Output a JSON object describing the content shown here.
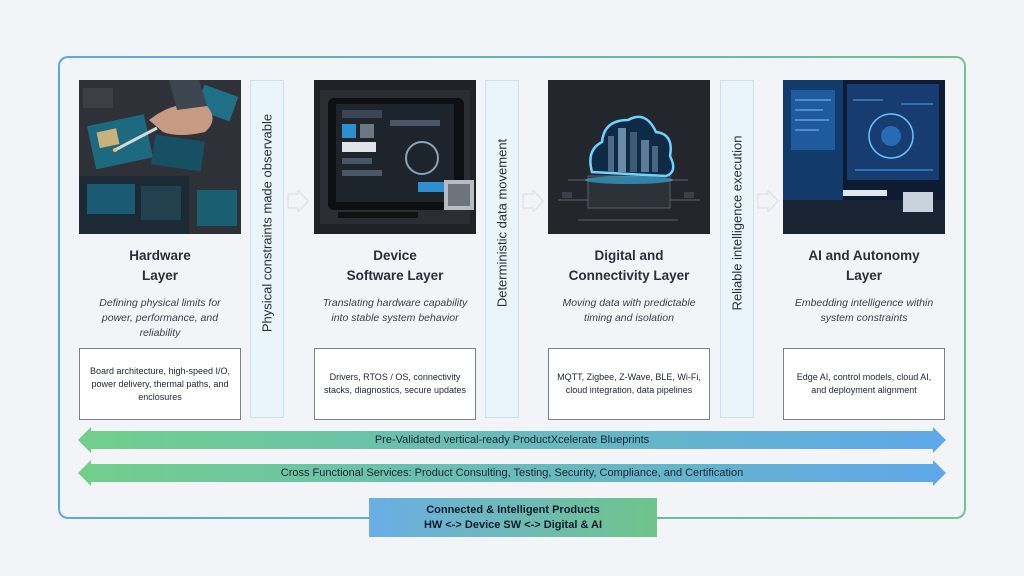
{
  "layers": [
    {
      "title_line1": "Hardware",
      "title_line2": "Layer",
      "description": "Defining physical limits for power, performance, and reliability",
      "details": "Board architecture, high-speed I/O, power delivery, thermal paths, and enclosures"
    },
    {
      "title_line1": "Device",
      "title_line2": "Software Layer",
      "description": "Translating hardware capability into stable system behavior",
      "details": "Drivers, RTOS / OS, connectivity stacks, diagnostics, secure updates"
    },
    {
      "title_line1": "Digital and",
      "title_line2": "Connectivity Layer",
      "description": "Moving data with predictable timing and isolation",
      "details": "MQTT, Zigbee, Z-Wave, BLE, Wi-Fi, cloud integration, data pipelines"
    },
    {
      "title_line1": "AI and Autonomy",
      "title_line2": "Layer",
      "description": "Embedding intelligence within system constraints",
      "details": "Edge AI, control models, cloud AI, and deployment alignment"
    }
  ],
  "connectors": [
    "Physical constraints made observable",
    "Deterministic data movement",
    "Reliable intelligence execution"
  ],
  "banners": [
    "Pre-Validated vertical-ready ProductXcelerate Blueprints",
    "Cross Functional Services: Product Consulting, Testing, Security, Compliance, and Certification"
  ],
  "product": {
    "line1": "Connected & Intelligent Products",
    "line2": "HW <-> Device SW <-> Digital & AI"
  },
  "colors": {
    "frame_start": "#5aa7e6",
    "frame_end": "#6fc58a",
    "banner_green": "#72cf8a",
    "banner_blue": "#5ea8ea"
  }
}
